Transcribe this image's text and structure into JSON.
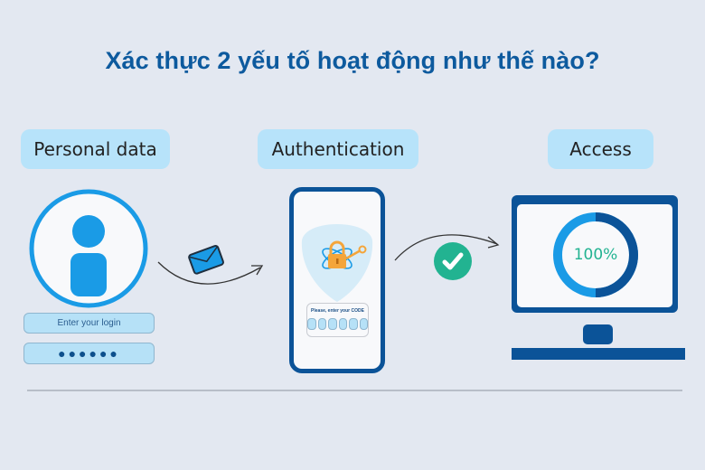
{
  "title": "Xác thực 2 yếu tố hoạt động như thế nào?",
  "steps": [
    {
      "label": "Personal data"
    },
    {
      "label": "Authentication"
    },
    {
      "label": "Access"
    }
  ],
  "personal": {
    "login_placeholder": "Enter your login",
    "password_mask": "●●●●●●"
  },
  "authentication": {
    "code_prompt": "Please, enter your CODE",
    "code_digits": 6
  },
  "access": {
    "progress_text": "100%",
    "progress_value": 100
  },
  "colors": {
    "title": "#0d5a9e",
    "label_bg": "#b7e3fa",
    "dark_blue": "#0b5398",
    "light_blue": "#1a9be6",
    "success_green": "#22b391",
    "lock_orange": "#f4a53a",
    "background": "#e3e8f1"
  }
}
